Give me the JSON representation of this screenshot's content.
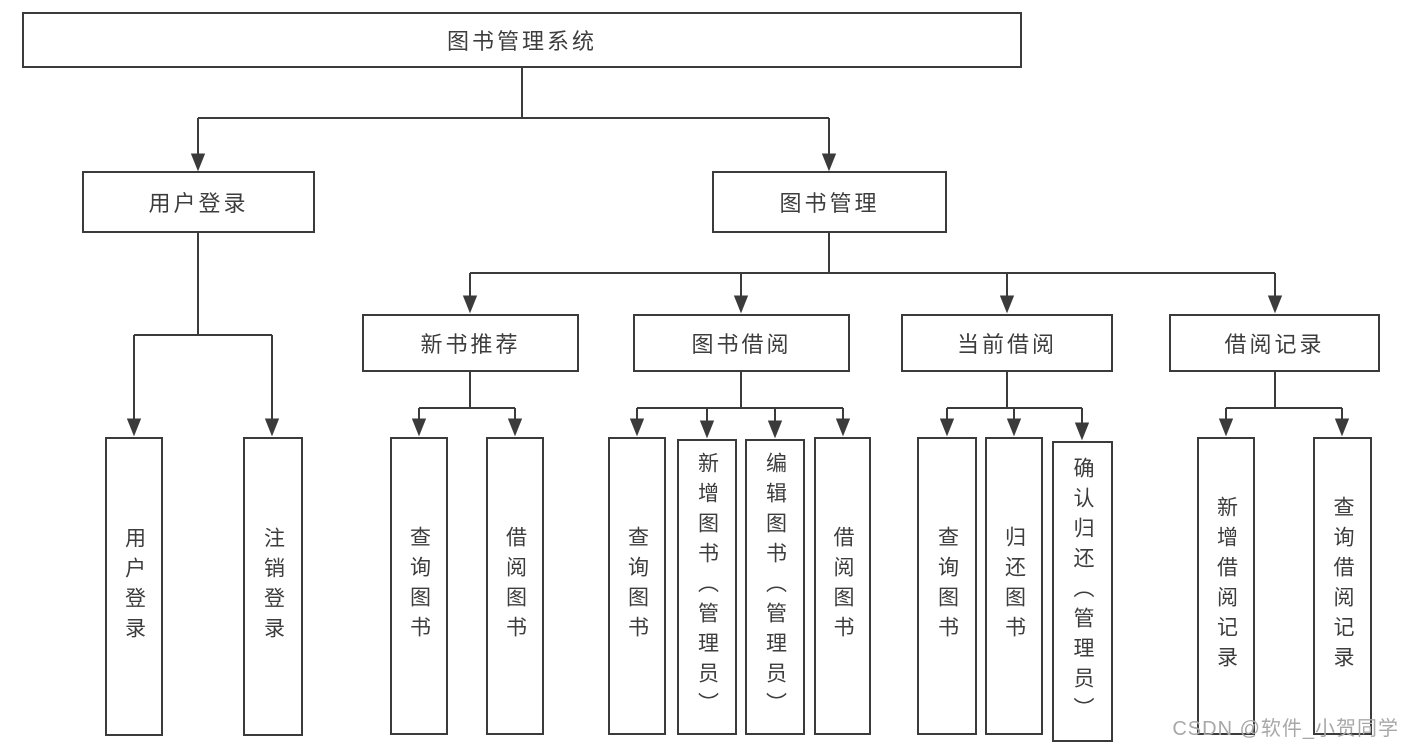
{
  "title": "图书管理系统",
  "level2": {
    "user_login": "用户登录",
    "book_management": "图书管理"
  },
  "level3": {
    "new_book_recommend": "新书推荐",
    "book_borrow": "图书借阅",
    "current_borrow": "当前借阅",
    "borrow_record": "借阅记录"
  },
  "leaves": {
    "user_login": [
      "用户登录",
      "注销登录"
    ],
    "new_book_recommend": [
      "查询图书",
      "借阅图书"
    ],
    "book_borrow": [
      "查询图书",
      "新增图书（管理员）",
      "编辑图书（管理员）",
      "借阅图书"
    ],
    "current_borrow": [
      "查询图书",
      "归还图书",
      "确认归还（管理员）"
    ],
    "borrow_record": [
      "新增借阅记录",
      "查询借阅记录"
    ]
  },
  "watermark": "CSDN @软件_小贺同学",
  "colors": {
    "line": "#3b3b3b",
    "box_border": "#3b3b3b",
    "text": "#3d3d3d",
    "watermark": "#a8a8a8",
    "background": "#ffffff"
  }
}
